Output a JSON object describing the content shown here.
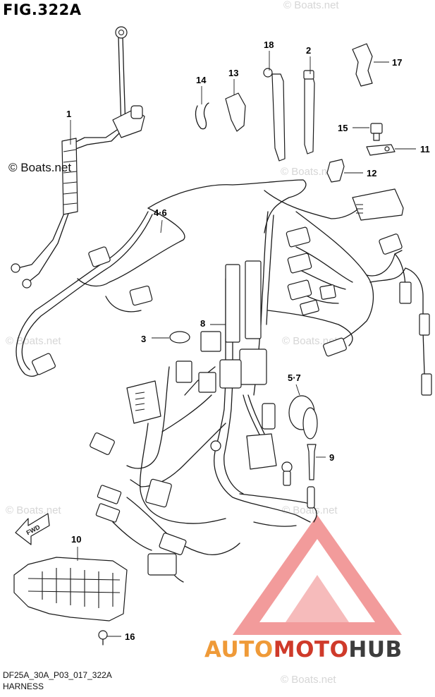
{
  "figure": {
    "title": "FIG.322A",
    "code": "DF25A_30A_P03_017_322A",
    "caption": "HARNESS",
    "copyright": "© Boats.net",
    "watermark": "© Boats.net",
    "fwd_label": "FWD"
  },
  "callouts": {
    "c1": "1",
    "c2": "2",
    "c3": "3",
    "c46": "4·6",
    "c57": "5·7",
    "c8": "8",
    "c9": "9",
    "c10": "10",
    "c11": "11",
    "c12": "12",
    "c13": "13",
    "c14": "14",
    "c15": "15",
    "c16": "16",
    "c17": "17",
    "c18": "18"
  },
  "brand": {
    "part1": "AUTO",
    "part2": "MOTO",
    "part3": "HUB",
    "colors": {
      "orange": "#ef9a38",
      "red": "#cf3a2a",
      "dark": "#3d3d3d"
    }
  }
}
